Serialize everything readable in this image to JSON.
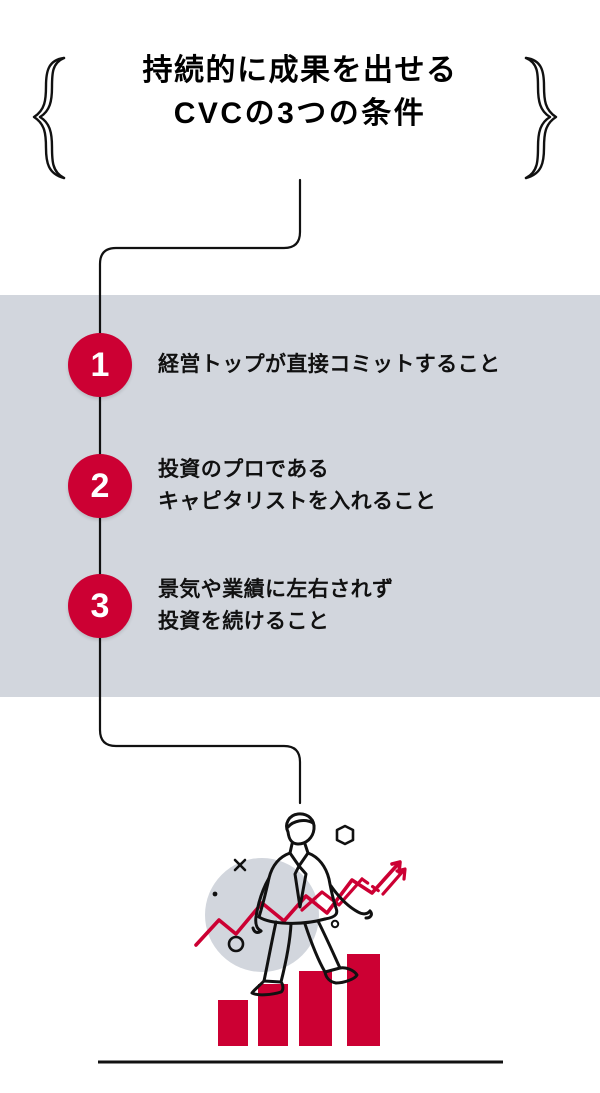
{
  "header": {
    "title_line1": "持続的に成果を出せる",
    "title_line2": "CVCの3つの条件",
    "brace_left": "{",
    "brace_right": "}"
  },
  "conditions": [
    {
      "number": "1",
      "line1": "経営トップが直接コミットすること",
      "line2": ""
    },
    {
      "number": "2",
      "line1": "投資のプロである",
      "line2": "キャピタリストを入れること"
    },
    {
      "number": "3",
      "line1": "景気や業績に左右されず",
      "line2": "投資を続けること"
    }
  ],
  "illustration": {
    "description": "businessman-climbing-bar-chart",
    "bars": [
      {
        "height": 46
      },
      {
        "height": 62
      },
      {
        "height": 75
      },
      {
        "height": 92
      }
    ],
    "arrows": 2,
    "decorations": [
      "x-mark",
      "dot",
      "small-circle",
      "hexagon-outline",
      "tiny-circle"
    ]
  },
  "colors": {
    "accent_red": "#cc0033",
    "band_gray": "#d2d6dd",
    "circle_gray": "#d2d6dd",
    "line_black": "#111111",
    "page_white": "#ffffff"
  }
}
